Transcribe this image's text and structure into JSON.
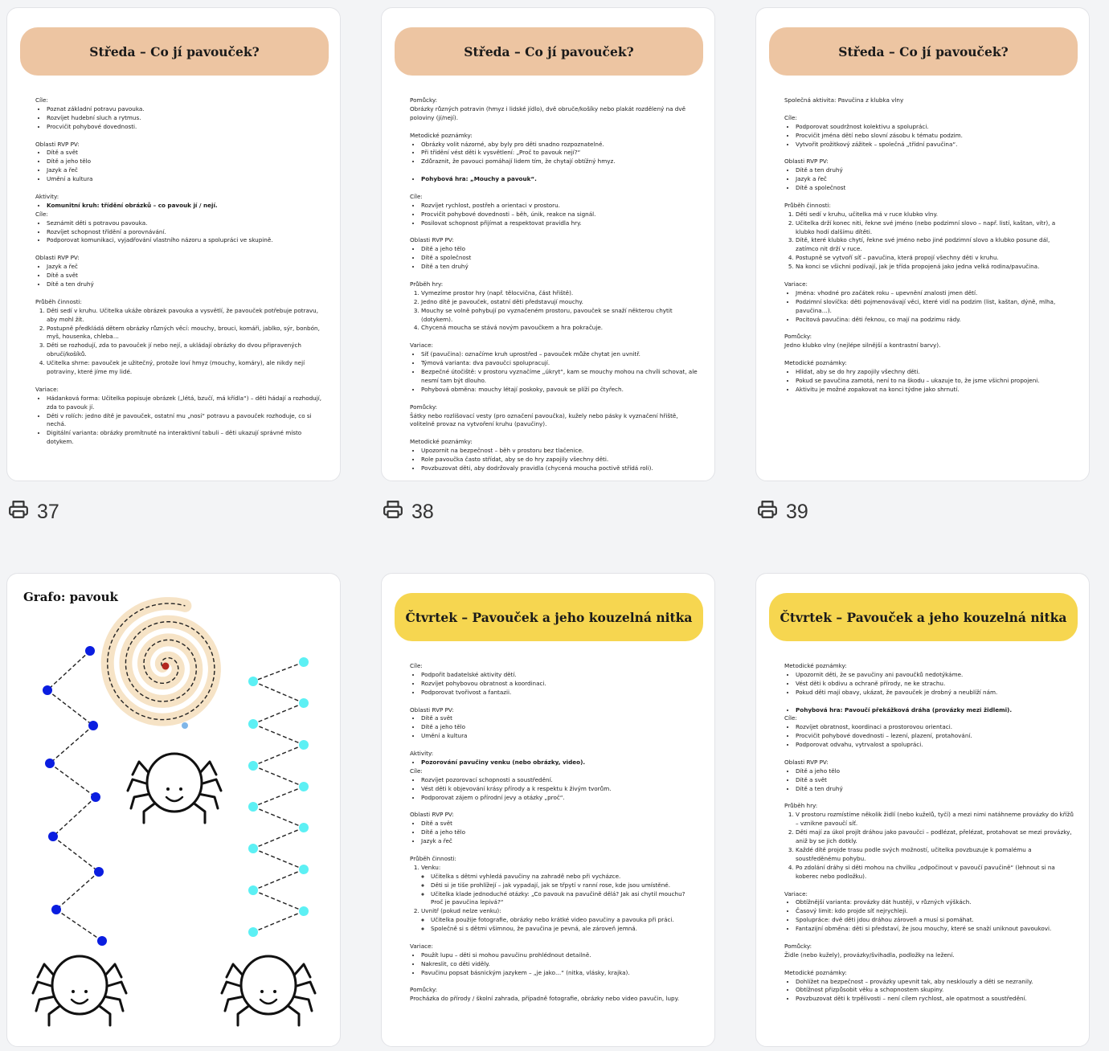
{
  "pages": [
    {
      "number": "37",
      "title": "Středa – Co jí pavouček?",
      "blocks": [
        {
          "t": "p",
          "text": "Cíle:"
        },
        {
          "t": "ul",
          "items": [
            "Poznat základní potravu pavouka.",
            "Rozvíjet hudební sluch a rytmus.",
            "Procvičit pohybové dovednosti."
          ]
        },
        {
          "t": "gap"
        },
        {
          "t": "p",
          "text": "Oblasti RVP PV:"
        },
        {
          "t": "ul",
          "items": [
            "Dítě a svět",
            "Dítě a jeho tělo",
            "Jazyk a řeč",
            "Umění a kultura"
          ]
        },
        {
          "t": "gap"
        },
        {
          "t": "p",
          "text": "Aktivity:"
        },
        {
          "t": "ul",
          "bold": true,
          "items": [
            "Komunitní kruh: třídění obrázků – co pavouk jí / nejí."
          ]
        },
        {
          "t": "p",
          "text": "Cíle:"
        },
        {
          "t": "ul",
          "items": [
            "Seznámit děti s potravou pavouka.",
            "Rozvíjet schopnost třídění a porovnávání.",
            "Podporovat komunikaci, vyjadřování vlastního názoru a spolupráci ve skupině."
          ]
        },
        {
          "t": "gap"
        },
        {
          "t": "p",
          "text": "Oblasti RVP PV:"
        },
        {
          "t": "ul",
          "items": [
            "Jazyk a řeč",
            "Dítě a svět",
            "Dítě a ten druhý"
          ]
        },
        {
          "t": "gap"
        },
        {
          "t": "p",
          "text": "Průběh činnosti:"
        },
        {
          "t": "ol",
          "items": [
            "Děti sedí v kruhu. Učitelka ukáže obrázek pavouka a vysvětlí, že pavouček potřebuje potravu, aby mohl žít.",
            "Postupně předkládá dětem obrázky různých věcí: mouchy, brouci, komáři, jablko, sýr, bonbón, myš, housenka, chleba…",
            "Děti se rozhodují, zda to pavouček jí nebo nejí, a ukládají obrázky do dvou připravených obručí/košíků.",
            "Učitelka shrne: pavouček je užitečný, protože loví hmyz (mouchy, komáry), ale nikdy nejí potraviny, které jíme my lidé."
          ]
        },
        {
          "t": "gap"
        },
        {
          "t": "p",
          "text": "Variace:"
        },
        {
          "t": "ul",
          "items": [
            "Hádanková forma: Učitelka popisuje obrázek („létá, bzučí, má křídla“) – děti hádají a rozhodují, zda to pavouk jí.",
            "Děti v rolích: jedno dítě je pavouček, ostatní mu „nosí“ potravu a pavouček rozhoduje, co si nechá.",
            "Digitální varianta: obrázky promítnuté na interaktivní tabuli – děti ukazují správné místo dotykem."
          ]
        }
      ]
    },
    {
      "number": "38",
      "title": "Středa – Co jí pavouček?",
      "blocks": [
        {
          "t": "p",
          "text": "Pomůcky:"
        },
        {
          "t": "p",
          "text": "Obrázky různých potravin (hmyz i lidské jídlo), dvě obruče/košíky nebo plakát rozdělený na dvě poloviny (jí/nejí)."
        },
        {
          "t": "gap"
        },
        {
          "t": "p",
          "text": "Metodické poznámky:"
        },
        {
          "t": "ul",
          "items": [
            "Obrázky volit názorné, aby byly pro děti snadno rozpoznatelné.",
            "Při třídění vést děti k vysvětlení: „Proč to pavouk nejí?“",
            "Zdůraznit, že pavouci pomáhají lidem tím, že chytají obtížný hmyz."
          ]
        },
        {
          "t": "gap"
        },
        {
          "t": "ul",
          "bold": true,
          "items": [
            "Pohybová hra: „Mouchy a pavouk“."
          ]
        },
        {
          "t": "gap"
        },
        {
          "t": "p",
          "text": "Cíle:"
        },
        {
          "t": "ul",
          "items": [
            "Rozvíjet rychlost, postřeh a orientaci v prostoru.",
            "Procvičit pohybové dovednosti – běh, únik, reakce na signál.",
            "Posilovat schopnost přijímat a respektovat pravidla hry."
          ]
        },
        {
          "t": "gap"
        },
        {
          "t": "p",
          "text": "Oblasti RVP PV:"
        },
        {
          "t": "ul",
          "items": [
            "Dítě a jeho tělo",
            "Dítě a společnost",
            "Dítě a ten druhý"
          ]
        },
        {
          "t": "gap"
        },
        {
          "t": "p",
          "text": "Průběh hry:"
        },
        {
          "t": "ol",
          "items": [
            "Vymezíme prostor hry (např. tělocvična, část hřiště).",
            "Jedno dítě je pavouček, ostatní děti představují mouchy.",
            "Mouchy se volně pohybují po vyznačeném prostoru, pavouček se snaží některou chytit (dotykem).",
            "Chycená moucha se stává novým pavoučkem a hra pokračuje."
          ]
        },
        {
          "t": "gap"
        },
        {
          "t": "p",
          "text": "Variace:"
        },
        {
          "t": "ul",
          "items": [
            "Síť (pavučina): označíme kruh uprostřed – pavouček může chytat jen uvnitř.",
            "Týmová varianta: dva pavoučci spolupracují.",
            "Bezpečné útočiště: v prostoru vyznačíme „úkryt“, kam se mouchy mohou na chvíli schovat, ale nesmí tam být dlouho.",
            "Pohybová obměna: mouchy létají poskoky, pavouk se plíží po čtyřech."
          ]
        },
        {
          "t": "gap"
        },
        {
          "t": "p",
          "text": "Pomůcky:"
        },
        {
          "t": "p",
          "text": "Šátky nebo rozlišovací vesty (pro označení pavoučka), kužely nebo pásky k vyznačení hřiště, volitelně provaz na vytvoření kruhu (pavučiny)."
        },
        {
          "t": "gap"
        },
        {
          "t": "p",
          "text": "Metodické poznámky:"
        },
        {
          "t": "ul",
          "items": [
            "Upozornit na bezpečnost – běh v prostoru bez tlačenice.",
            "Role pavoučka často střídat, aby se do hry zapojily všechny děti.",
            "Povzbuzovat děti, aby dodržovaly pravidla (chycená moucha poctivě střídá roli)."
          ]
        }
      ]
    },
    {
      "number": "39",
      "title": "Středa – Co jí pavouček?",
      "blocks": [
        {
          "t": "p",
          "text": "Společná aktivita: Pavučina z klubka vlny"
        },
        {
          "t": "gap"
        },
        {
          "t": "p",
          "text": "Cíle:"
        },
        {
          "t": "ul",
          "items": [
            "Podporovat soudržnost kolektivu a spolupráci.",
            "Procvičit jména dětí nebo slovní zásobu k tématu podzim.",
            "Vytvořit prožitkový zážitek – společná „třídní pavučina“."
          ]
        },
        {
          "t": "gap"
        },
        {
          "t": "p",
          "text": "Oblasti RVP PV:"
        },
        {
          "t": "ul",
          "items": [
            "Dítě a ten druhý",
            "Jazyk a řeč",
            "Dítě a společnost"
          ]
        },
        {
          "t": "gap"
        },
        {
          "t": "p",
          "text": "Průběh činnosti:"
        },
        {
          "t": "ol",
          "items": [
            "Děti sedí v kruhu, učitelka má v ruce klubko vlny.",
            "Učitelka drží konec niti, řekne své jméno (nebo podzimní slovo – např. listí, kaštan, vítr), a klubko hodí dalšímu dítěti.",
            "Dítě, které klubko chytí, řekne své jméno nebo jiné podzimní slovo a klubko posune dál, zatímco nit drží v ruce.",
            "Postupně se vytvoří síť – pavučina, která propojí všechny děti v kruhu.",
            "Na konci se všichni podívají, jak je třída propojená jako jedna velká rodina/pavučina."
          ]
        },
        {
          "t": "gap"
        },
        {
          "t": "p",
          "text": "Variace:"
        },
        {
          "t": "ul",
          "items": [
            "Jména: vhodné pro začátek roku – upevnění znalosti jmen dětí.",
            "Podzimní slovíčka: děti pojmenovávají věci, které vidí na podzim (list, kaštan, dýně, mlha, pavučina…).",
            "Pocitová pavučina: děti řeknou, co mají na podzimu rády."
          ]
        },
        {
          "t": "gap"
        },
        {
          "t": "p",
          "text": "Pomůcky:"
        },
        {
          "t": "p",
          "text": "Jedno klubko vlny (nejlépe silnější a kontrastní barvy)."
        },
        {
          "t": "gap"
        },
        {
          "t": "p",
          "text": "Metodické poznámky:"
        },
        {
          "t": "ul",
          "items": [
            "Hlídat, aby se do hry zapojily všechny děti.",
            "Pokud se pavučina zamotá, není to na škodu – ukazuje to, že jsme všichni propojeni.",
            "Aktivitu je možné zopakovat na konci týdne jako shrnutí."
          ]
        }
      ]
    },
    {
      "number": "",
      "grafo_title": "Grafo: pavouk"
    },
    {
      "number": "",
      "title": "Čtvrtek – Pavouček a jeho kouzelná nitka",
      "blocks": [
        {
          "t": "p",
          "text": "Cíle:"
        },
        {
          "t": "ul",
          "items": [
            "Podpořit badatelské aktivity dětí.",
            "Rozvíjet pohybovou obratnost a koordinaci.",
            "Podporovat tvořivost a fantazii."
          ]
        },
        {
          "t": "gap"
        },
        {
          "t": "p",
          "text": "Oblasti RVP PV:"
        },
        {
          "t": "ul",
          "items": [
            "Dítě a svět",
            "Dítě a jeho tělo",
            "Umění a kultura"
          ]
        },
        {
          "t": "gap"
        },
        {
          "t": "p",
          "text": "Aktivity:"
        },
        {
          "t": "ul",
          "bold": true,
          "items": [
            "Pozorování pavučiny venku (nebo obrázky, video)."
          ]
        },
        {
          "t": "p",
          "text": "Cíle:"
        },
        {
          "t": "ul",
          "items": [
            "Rozvíjet pozorovací schopnosti a soustředění.",
            "Vést děti k objevování krásy přírody a k respektu k živým tvorům.",
            "Podporovat zájem o přírodní jevy a otázky „proč“."
          ]
        },
        {
          "t": "gap"
        },
        {
          "t": "p",
          "text": "Oblasti RVP PV:"
        },
        {
          "t": "ul",
          "items": [
            "Dítě a svět",
            "Dítě a jeho tělo",
            "Jazyk a řeč"
          ]
        },
        {
          "t": "gap"
        },
        {
          "t": "p",
          "text": "Průběh činnosti:"
        },
        {
          "t": "ol_sub",
          "items": [
            {
              "label": "Venku:",
              "sub": [
                "Učitelka s dětmi vyhledá pavučiny na zahradě nebo při vycházce.",
                "Děti si je tiše prohlížejí – jak vypadají, jak se třpytí v ranní rose, kde jsou umístěné.",
                "Učitelka klade jednoduché otázky: „Co pavouk na pavučině dělá? Jak asi chytil mouchu? Proč je pavučina lepivá?“"
              ]
            },
            {
              "label": "Uvnitř (pokud nelze venku):",
              "sub": [
                "Učitelka použije fotografie, obrázky nebo krátké video pavučiny a pavouka při práci.",
                "Společně si s dětmi všimnou, že pavučina je pevná, ale zároveň jemná."
              ]
            }
          ]
        },
        {
          "t": "gap"
        },
        {
          "t": "p",
          "text": "Variace:"
        },
        {
          "t": "ul",
          "items": [
            "Použít lupu – děti si mohou pavučinu prohlédnout detailně.",
            "Nakreslit, co děti viděly.",
            "Pavučinu popsat básnickým jazykem – „je jako…“ (nitka, vlásky, krajka)."
          ]
        },
        {
          "t": "gap"
        },
        {
          "t": "p",
          "text": "Pomůcky:"
        },
        {
          "t": "p",
          "text": "Procházka do přírody / školní zahrada, případně fotografie, obrázky nebo video pavučin, lupy."
        }
      ]
    },
    {
      "number": "",
      "title": "Čtvrtek – Pavouček a jeho kouzelná nitka",
      "blocks": [
        {
          "t": "p",
          "text": "Metodické poznámky:"
        },
        {
          "t": "ul",
          "items": [
            "Upozornit děti, že se pavučiny ani pavoučků nedotýkáme.",
            "Vést děti k obdivu a ochraně přírody, ne ke strachu.",
            "Pokud děti mají obavy, ukázat, že pavouček je drobný a neublíží nám."
          ]
        },
        {
          "t": "gap"
        },
        {
          "t": "ul",
          "bold": true,
          "items": [
            "Pohybová hra: Pavoučí překážková dráha (provázky mezi židlemi)."
          ]
        },
        {
          "t": "p",
          "text": "Cíle:"
        },
        {
          "t": "ul",
          "items": [
            "Rozvíjet obratnost, koordinaci a prostorovou orientaci.",
            "Procvičit pohybové dovednosti – lezení, plazení, protahování.",
            "Podporovat odvahu, vytrvalost a spolupráci."
          ]
        },
        {
          "t": "gap"
        },
        {
          "t": "p",
          "text": "Oblasti RVP PV:"
        },
        {
          "t": "ul",
          "items": [
            "Dítě a jeho tělo",
            "Dítě a svět",
            "Dítě a ten druhý"
          ]
        },
        {
          "t": "gap"
        },
        {
          "t": "p",
          "text": "Průběh hry:"
        },
        {
          "t": "ol",
          "items": [
            "V prostoru rozmístíme několik židlí (nebo kuželů, tyčí) a mezi nimi natáhneme provázky do křížů – vznikne pavoučí síť.",
            "Děti mají za úkol projít dráhou jako pavoučci – podlézat, přelézat, protahovat se mezi provázky, aniž by se jich dotkly.",
            "Každé dítě projde trasu podle svých možností, učitelka povzbuzuje k pomalému a soustředěnému pohybu.",
            "Po zdolání dráhy si děti mohou na chvilku „odpočinout v pavoučí pavučině“ (lehnout si na koberec nebo podložku)."
          ]
        },
        {
          "t": "gap"
        },
        {
          "t": "p",
          "text": "Variace:"
        },
        {
          "t": "ul",
          "items": [
            "Obtížnější varianta: provázky dát hustěji, v různých výškách.",
            "Časový limit: kdo projde síť nejrychleji.",
            "Spolupráce: dvě děti jdou dráhou zároveň a musí si pomáhat.",
            "Fantazijní obměna: děti si představí, že jsou mouchy, které se snaží uniknout pavoukovi."
          ]
        },
        {
          "t": "gap"
        },
        {
          "t": "p",
          "text": "Pomůcky:"
        },
        {
          "t": "p",
          "text": "Židle (nebo kužely), provázky/švihadla, podložky na ležení."
        },
        {
          "t": "gap"
        },
        {
          "t": "p",
          "text": "Metodické poznámky:"
        },
        {
          "t": "ul",
          "items": [
            "Dohlížet na bezpečnost – provázky upevnit tak, aby nesklouzly a děti se nezranily.",
            "Obtížnost přizpůsobit věku a schopnostem skupiny.",
            "Povzbuzovat děti k trpělivosti – není cílem rychlost, ale opatrnost a soustředění."
          ]
        }
      ]
    }
  ],
  "colors": {
    "banner_wednesday": "#edc5a2",
    "banner_thursday": "#f6d650",
    "dot_blue": "#0a1de0",
    "dot_cyan": "#5cf0f4",
    "spiral_track": "#f6e3c6",
    "spiral_center": "#b3261e"
  },
  "icons": {
    "print": "printer-icon"
  }
}
